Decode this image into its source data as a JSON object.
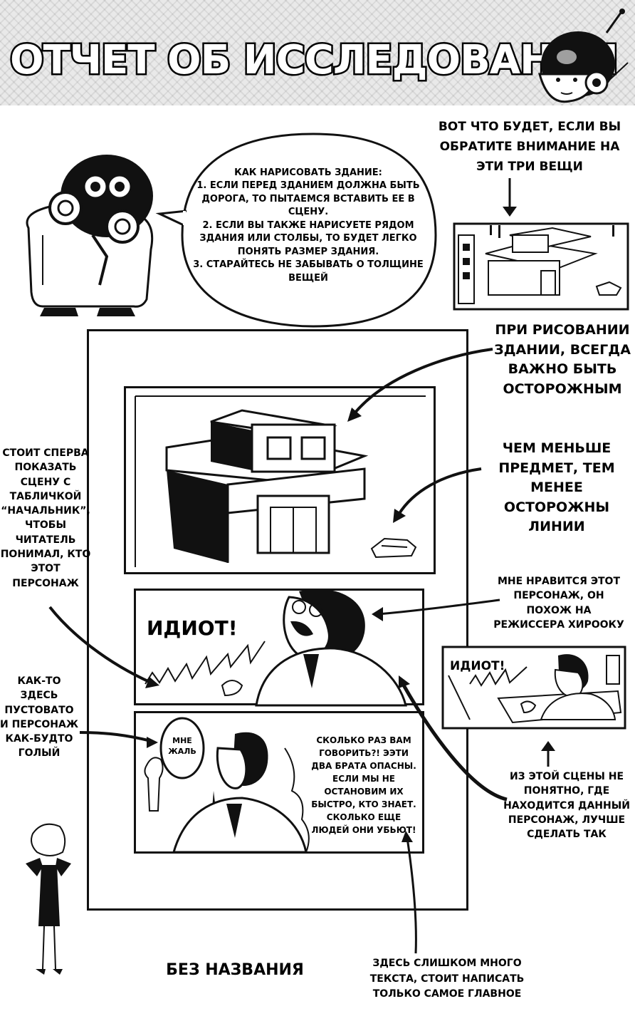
{
  "header": {
    "title": "ОТЧЕТ ОБ ИССЛЕДОВАНИИ"
  },
  "notes": {
    "top_right": "ВОТ ЧТО БУДЕТ, ЕСЛИ ВЫ ОБРАТИТЕ ВНИМАНИЕ НА ЭТИ ТРИ ВЕЩИ",
    "bubble": "КАК НАРИСОВАТЬ ЗДАНИЕ:\n1. ЕСЛИ ПЕРЕД ЗДАНИЕМ ДОЛЖНА БЫТЬ ДОРОГА, ТО ПЫТАЕМСЯ ВСТАВИТЬ ЕЕ В СЦЕНУ.\n2. ЕСЛИ ВЫ ТАКЖЕ НАРИСУЕТЕ РЯДОМ ЗДАНИЯ ИЛИ СТОЛБЫ, ТО БУДЕТ ЛЕГКО ПОНЯТЬ РАЗМЕР ЗДАНИЯ.\n3. СТАРАЙТЕСЬ НЕ ЗАБЫВАТЬ О ТОЛЩИНЕ ВЕЩЕЙ",
    "careful": "ПРИ РИСОВАНИИ ЗДАНИИ, ВСЕГДА ВАЖНО БЫТЬ ОСТОРОЖНЫМ",
    "smaller": "ЧЕМ МЕНЬШЕ ПРЕДМЕТ, ТЕМ МЕНЕЕ ОСТОРОЖНЫ ЛИНИИ",
    "left_first": "СТОИТ СПЕРВА ПОКАЗАТЬ СЦЕНУ С ТАБЛИЧКОЙ “НАЧАЛЬНИК”, ЧТОБЫ ЧИТАТЕЛЬ ПОНИМАЛ, КТО ЭТОТ ПЕРСОНАЖ",
    "like_char": "МНЕ НРАВИТСЯ ЭТОТ ПЕРСОНАЖ, ОН ПОХОЖ НА РЕЖИССЕРА ХИРООКУ",
    "empty": "КАК-ТО ЗДЕСЬ ПУСТОВАТО И ПЕРСОНАЖ КАК-БУДТО ГОЛЫЙ",
    "unclear": "ИЗ ЭТОЙ СЦЕНЫ НЕ ПОНЯТНО, ГДЕ НАХОДИТСЯ ДАННЫЙ ПЕРСОНАЖ, ЛУЧШЕ СДЕЛАТЬ ТАК",
    "too_much": "ЗДЕСЬ СЛИШКОМ МНОГО ТЕКСТА, СТОИТ НАПИСАТЬ ТОЛЬКО САМОЕ ГЛАВНОЕ"
  },
  "panels": {
    "idiot_main": "ИДИОТ!",
    "idiot_small": "ИДИОТ!",
    "sorry": "МНЕ ЖАЛЬ",
    "speech": "СКОЛЬКО РАЗ ВАМ ГОВОРИТЬ?! ЭЭТИ ДВА БРАТА ОПАСНЫ. ЕСЛИ МЫ НЕ ОСТАНОВИМ ИХ БЫСТРО, КТО ЗНАЕТ. СКОЛЬКО ЕЩЕ ЛЮДЕЙ ОНИ УБЬЮТ!"
  },
  "caption": "БЕЗ НАЗВАНИЯ"
}
